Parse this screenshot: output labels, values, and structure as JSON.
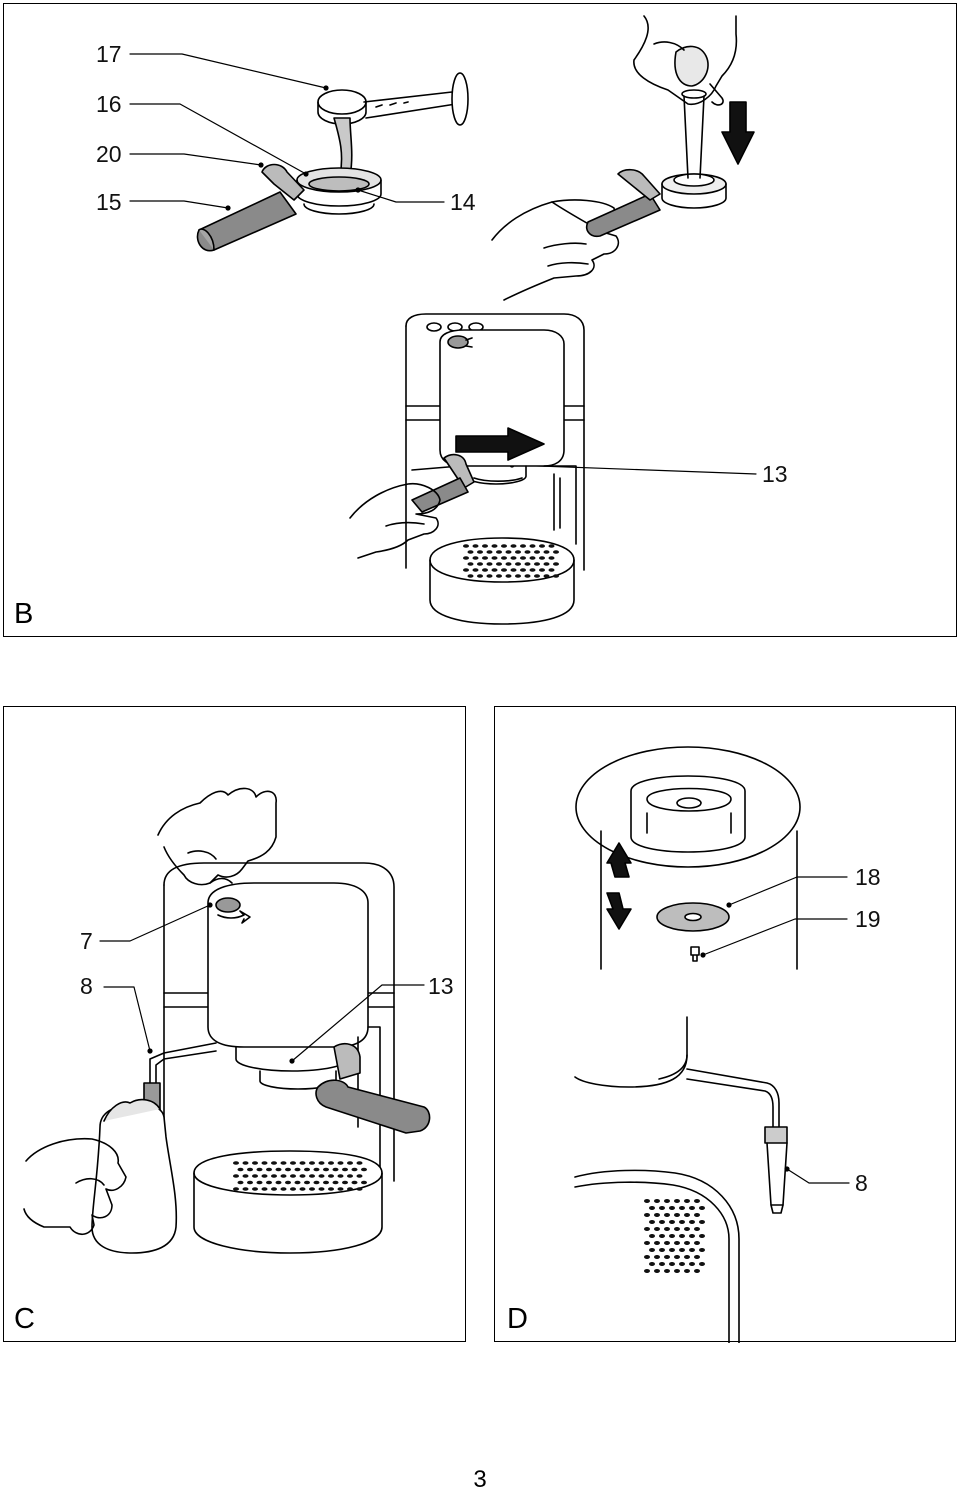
{
  "panels": {
    "b": {
      "letter": "B",
      "callouts": {
        "c17": "17",
        "c16": "16",
        "c20": "20",
        "c15": "15",
        "c14": "14",
        "c13": "13"
      }
    },
    "c": {
      "letter": "C",
      "callouts": {
        "c7": "7",
        "c8": "8",
        "c13": "13"
      }
    },
    "d": {
      "letter": "D",
      "callouts": {
        "c18": "18",
        "c19": "19",
        "c8": "8"
      }
    }
  },
  "page_number": "3"
}
